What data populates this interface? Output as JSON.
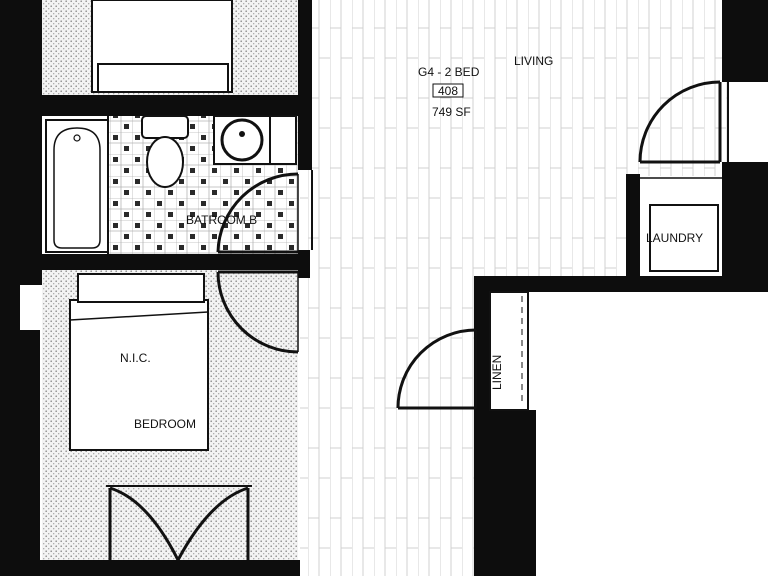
{
  "unit": {
    "name": "G4 - 2 BED",
    "number": "408",
    "area": "749 SF"
  },
  "rooms": {
    "living": "LIVING",
    "bathroom": "BATROOM B",
    "laundry": "LAUNDRY",
    "linen": "LINEN",
    "bedroom": "BEDROOM",
    "nic": "N.I.C."
  },
  "colors": {
    "wall": "#0d0d0d",
    "line": "#111111",
    "floor_line": "#cfcfcf",
    "background": "#ffffff"
  }
}
